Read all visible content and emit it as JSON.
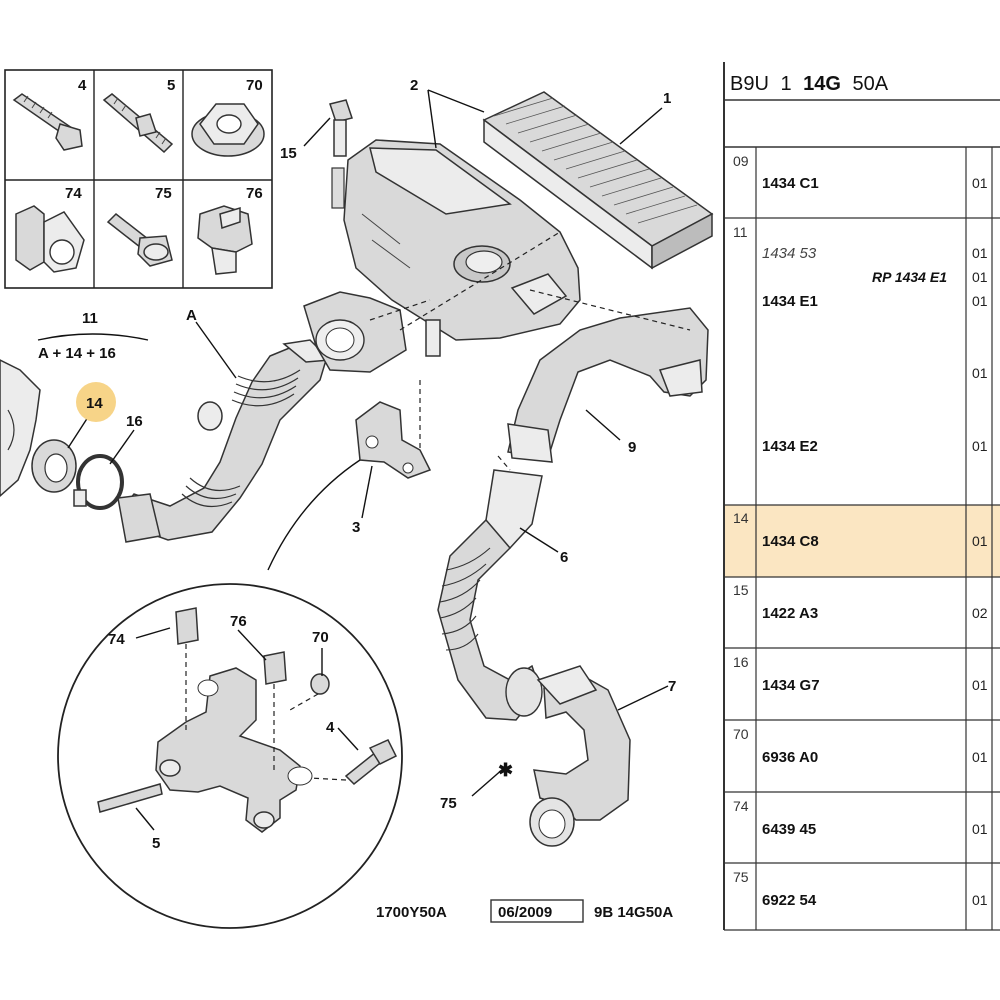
{
  "diagram": {
    "legend_boxes": [
      {
        "num": "4",
        "icon": "bolt-icon"
      },
      {
        "num": "5",
        "icon": "stud-icon"
      },
      {
        "num": "70",
        "icon": "flange-nut-icon"
      },
      {
        "num": "74",
        "icon": "clip-icon"
      },
      {
        "num": "75",
        "icon": "screw-icon"
      },
      {
        "num": "76",
        "icon": "retainer-icon"
      }
    ],
    "callouts": {
      "c1": "1",
      "c2": "2",
      "c15": "15",
      "cA": "A",
      "c11": "11",
      "c11_formula": "A + 14 + 16",
      "c14": "14",
      "c16": "16",
      "c3": "3",
      "c9": "9",
      "c6": "6",
      "c7": "7",
      "c75": "75",
      "d74": "74",
      "d76": "76",
      "d70": "70",
      "d4": "4",
      "d5": "5"
    },
    "highlight_color": "#f7d488",
    "footer": {
      "ref": "1700Y50A",
      "date": "06/2009",
      "code": "9B 14G50A"
    }
  },
  "parts_table": {
    "header": {
      "a": "B9U",
      "b": "1",
      "c": "14G",
      "d": "50A"
    },
    "highlight_color": "#fbe6c2",
    "rows": [
      {
        "ref": "09",
        "pn": "1434 C1",
        "qty": "01"
      },
      {
        "ref": "11",
        "pn_alt": "1434 53",
        "qty_alt": "01",
        "note": "RP 1434 E1",
        "qty_note": "01",
        "pn": "1434 E1",
        "qty": "01",
        "qty_extra": "01",
        "pn2": "1434 E2",
        "qty2": "01"
      },
      {
        "ref": "14",
        "pn": "1434 C8",
        "qty": "01",
        "highlighted": true
      },
      {
        "ref": "15",
        "pn": "1422 A3",
        "qty": "02"
      },
      {
        "ref": "16",
        "pn": "1434 G7",
        "qty": "01"
      },
      {
        "ref": "70",
        "pn": "6936 A0",
        "qty": "01"
      },
      {
        "ref": "74",
        "pn": "6439 45",
        "qty": "01"
      },
      {
        "ref": "75",
        "pn": "6922 54",
        "qty": "01"
      }
    ]
  }
}
